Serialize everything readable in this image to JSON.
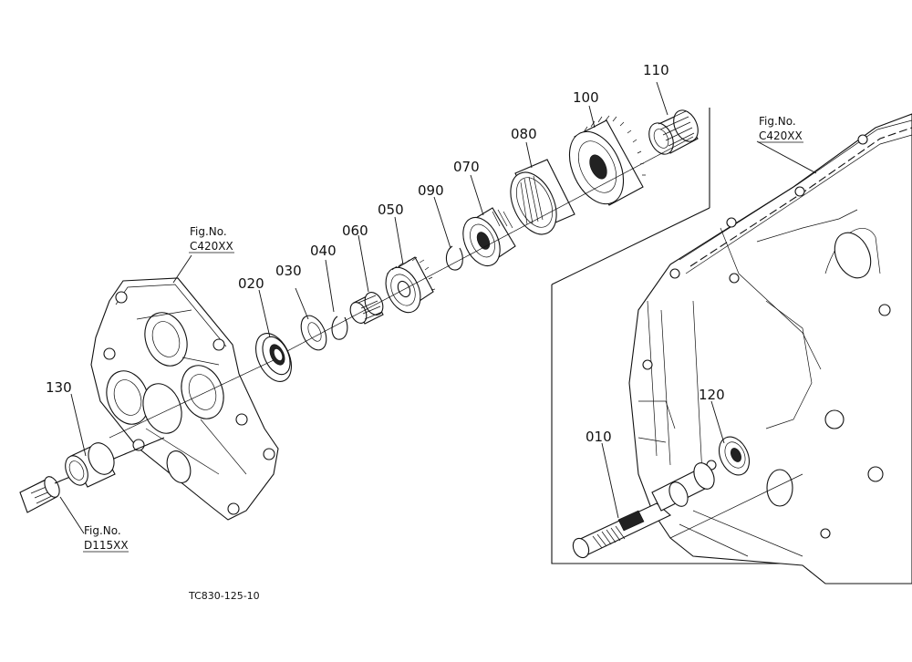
{
  "part_labels": {
    "p010": "010",
    "p020": "020",
    "p030": "030",
    "p040": "040",
    "p050": "050",
    "p060": "060",
    "p070": "070",
    "p080": "080",
    "p090": "090",
    "p100": "100",
    "p110": "110",
    "p120": "120",
    "p130": "130"
  },
  "references": {
    "left_cover": {
      "prefix": "Fig.No.",
      "code": "C420XX"
    },
    "case_right": {
      "prefix": "Fig.No.",
      "code": "C420XX"
    },
    "shaft": {
      "prefix": "Fig.No.",
      "code": "D115XX"
    }
  },
  "drawing_code": "TC830-125-10"
}
